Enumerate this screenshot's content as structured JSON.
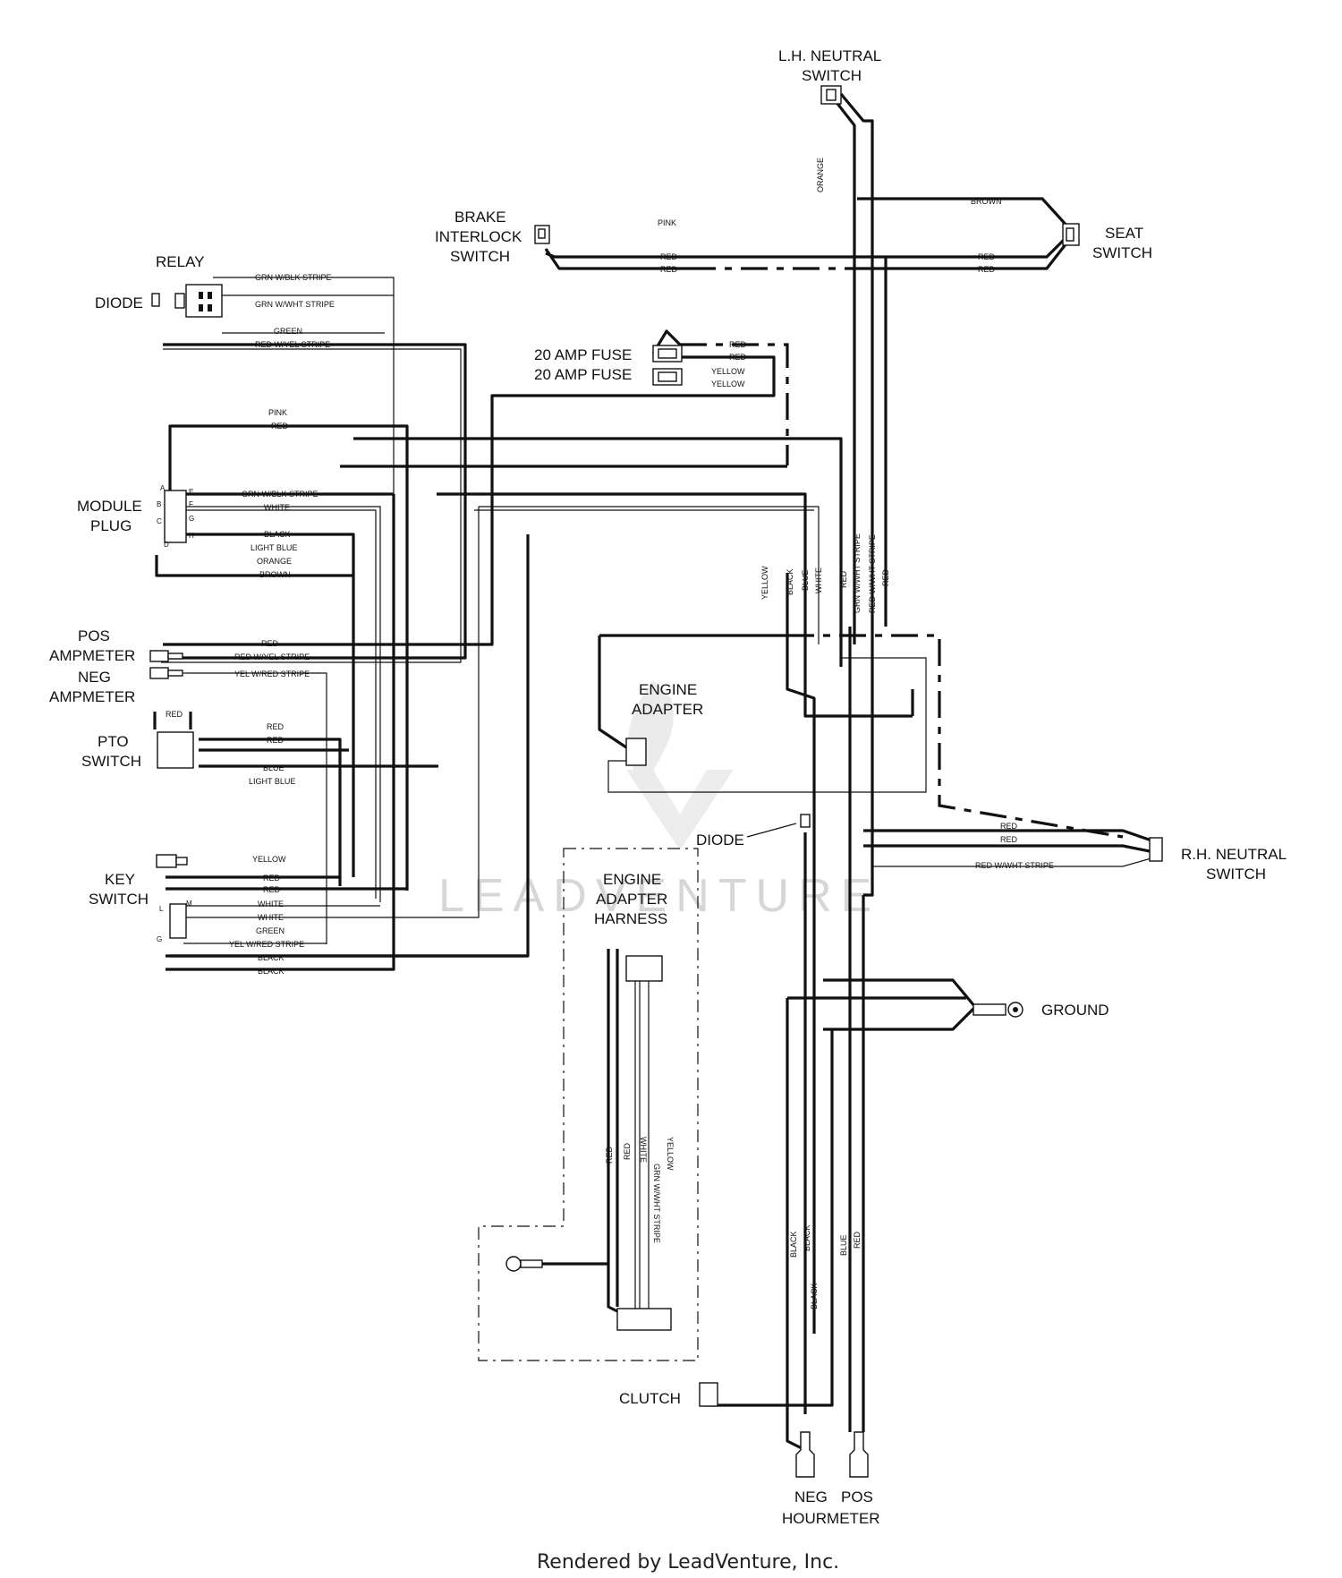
{
  "components": {
    "lh_neutral_switch": [
      "L.H. NEUTRAL",
      "SWITCH"
    ],
    "seat_switch": [
      "SEAT",
      "SWITCH"
    ],
    "brake_interlock_switch": [
      "BRAKE",
      "INTERLOCK",
      "SWITCH"
    ],
    "relay": "RELAY",
    "diode_relay": "DIODE",
    "fuse_1": "20 AMP FUSE",
    "fuse_2": "20 AMP FUSE",
    "module_plug": [
      "MODULE",
      "PLUG"
    ],
    "pos_ammeter": [
      "POS",
      "AMPMETER"
    ],
    "neg_ammeter": [
      "NEG",
      "AMPMETER"
    ],
    "pto_switch": [
      "PTO",
      "SWITCH"
    ],
    "key_switch": [
      "KEY",
      "SWITCH"
    ],
    "engine_adapter": [
      "ENGINE",
      "ADAPTER"
    ],
    "diode_engine": "DIODE",
    "rh_neutral_switch": [
      "R.H. NEUTRAL",
      "SWITCH"
    ],
    "engine_adapter_harness": [
      "ENGINE",
      "ADAPTER",
      "HARNESS"
    ],
    "ground": "GROUND",
    "clutch": "CLUTCH",
    "hourmeter_neg": "NEG",
    "hourmeter_pos": "POS",
    "hourmeter": "HOURMETER"
  },
  "wire_labels": {
    "orange_vertical": "ORANGE",
    "brown_seat": "BROWN",
    "pink_top": "PINK",
    "red_brake_1": "RED",
    "red_brake_2": "RED",
    "red_seat_1": "RED",
    "red_seat_2": "RED",
    "relay_grn_blk": "GRN W/BLK STRIPE",
    "relay_grn_wht": "GRN W/WHT STRIPE",
    "relay_green": "GREEN",
    "relay_red_yel": "RED W/YEL STRIPE",
    "fuse_red_1": "RED",
    "fuse_red_2": "RED",
    "fuse_yellow_1": "YELLOW",
    "fuse_yellow_2": "YELLOW",
    "module_pink": "PINK",
    "module_red": "RED",
    "module_grn_blk": "GRN W/BLK STRIPE",
    "module_white": "WHITE",
    "module_black": "BLACK",
    "module_light_blue": "LIGHT BLUE",
    "module_orange": "ORANGE",
    "module_brown": "BROWN",
    "amp_red": "RED",
    "amp_red_yel": "RED W/YEL STRIPE",
    "amp_yel_red": "YEL W/RED STRIPE",
    "pto_red_top": "RED",
    "pto_red_1": "RED",
    "pto_red_2": "RED",
    "pto_blue": "BLUE",
    "pto_light_blue": "LIGHT BLUE",
    "key_yellow": "YELLOW",
    "key_red_1": "RED",
    "key_red_2": "RED",
    "key_white_1": "WHITE",
    "key_white_2": "WHITE",
    "key_green": "GREEN",
    "key_yel_red": "YEL W/RED STRIPE",
    "key_black_1": "BLACK",
    "key_black_2": "BLACK",
    "v_yellow": "YELLOW",
    "v_black": "BLACK",
    "v_blue": "BLUE",
    "v_white": "WHITE",
    "v_red": "RED",
    "v_grn_wht": "GRN W/WHT STRIPE",
    "v_red_wht": "RED W/WHT STRIPE",
    "v_red_2": "RED",
    "rh_red_1": "RED",
    "rh_red_2": "RED",
    "rh_red_wht": "RED W/WHT STRIPE",
    "harness_red_1": "RED",
    "harness_red_2": "RED",
    "harness_grn_wht": "GRN W/WHT STRIPE",
    "harness_white": "WHITE",
    "harness_yellow": "YELLOW",
    "bottom_black_1": "BLACK",
    "bottom_black_2": "BLACK",
    "bottom_black_3": "BLACK",
    "bottom_blue": "BLUE",
    "bottom_red": "RED"
  },
  "pins": {
    "module": [
      "A",
      "B",
      "C",
      "D",
      "E",
      "F",
      "G",
      "H"
    ],
    "key": [
      "L",
      "M",
      "G"
    ]
  },
  "watermark": "LEADVENTURE",
  "footer": "Rendered by LeadVenture, Inc."
}
